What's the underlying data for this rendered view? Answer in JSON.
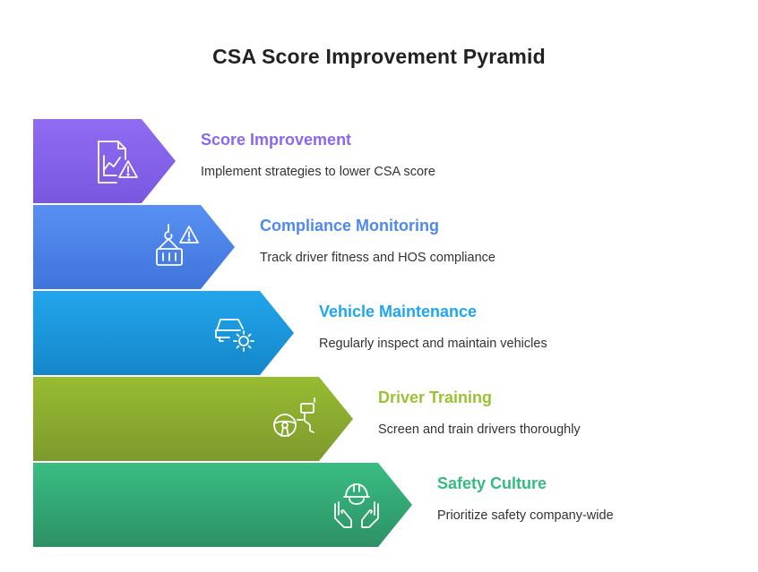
{
  "title": "CSA Score Improvement Pyramid",
  "levels": [
    {
      "heading": "Score Improvement",
      "description": "Implement strategies to lower CSA score",
      "color": "#8e68ef",
      "color_dark": "#6f4fd6",
      "icon": "report-warning-icon"
    },
    {
      "heading": "Compliance Monitoring",
      "description": "Track driver fitness and HOS compliance",
      "color": "#4f88ee",
      "color_dark": "#3f6fd9",
      "icon": "crane-warning-icon"
    },
    {
      "heading": "Vehicle Maintenance",
      "description": "Regularly inspect and maintain vehicles",
      "color": "#1e9fe8",
      "color_dark": "#1683c9",
      "icon": "car-gear-icon"
    },
    {
      "heading": "Driver Training",
      "description": "Screen and train drivers thoroughly",
      "color": "#93b830",
      "color_dark": "#7a9a2a",
      "icon": "steering-wheel-icon"
    },
    {
      "heading": "Safety Culture",
      "description": "Prioritize safety company-wide",
      "color": "#34b57c",
      "color_dark": "#2e9467",
      "icon": "hands-helmet-icon"
    }
  ]
}
